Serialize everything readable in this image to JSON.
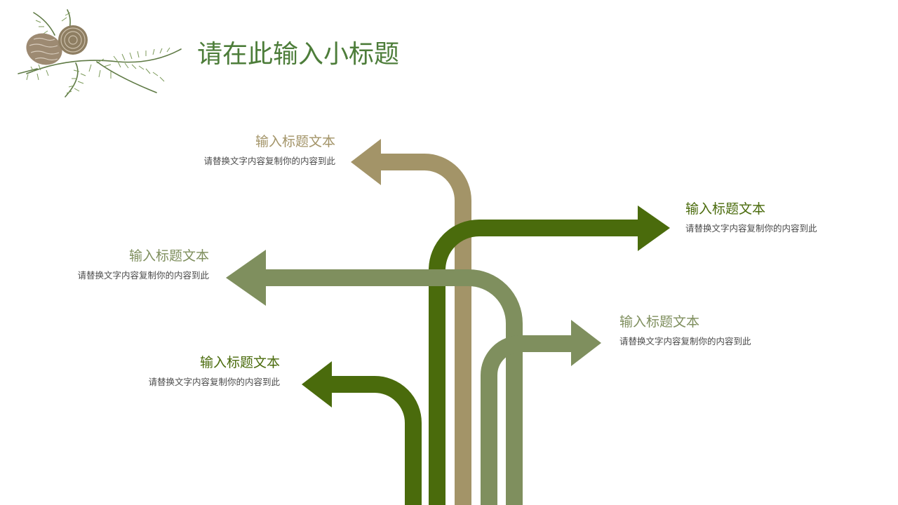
{
  "slide": {
    "title": "请在此输入小标题",
    "decoration": "pine-cone-branch"
  },
  "colors": {
    "title": "#4d7d3a",
    "tan": "#a39468",
    "dark_green": "#4a6b0c",
    "sage_green": "#7f8f5e",
    "body_text": "#4a4a4a"
  },
  "items": [
    {
      "heading": "输入标题文本",
      "description": "请替换文字内容复制你的内容到此",
      "heading_color": "#a39468",
      "arrow_direction": "left"
    },
    {
      "heading": "输入标题文本",
      "description": "请替换文字内容复制你的内容到此",
      "heading_color": "#4a6b0c",
      "arrow_direction": "right"
    },
    {
      "heading": "输入标题文本",
      "description": "请替换文字内容复制你的内容到此",
      "heading_color": "#7f8f5e",
      "arrow_direction": "left"
    },
    {
      "heading": "输入标题文本",
      "description": "请替换文字内容复制你的内容到此",
      "heading_color": "#7f8f5e",
      "arrow_direction": "right"
    },
    {
      "heading": "输入标题文本",
      "description": "请替换文字内容复制你的内容到此",
      "heading_color": "#4a6b0c",
      "arrow_direction": "left"
    }
  ]
}
